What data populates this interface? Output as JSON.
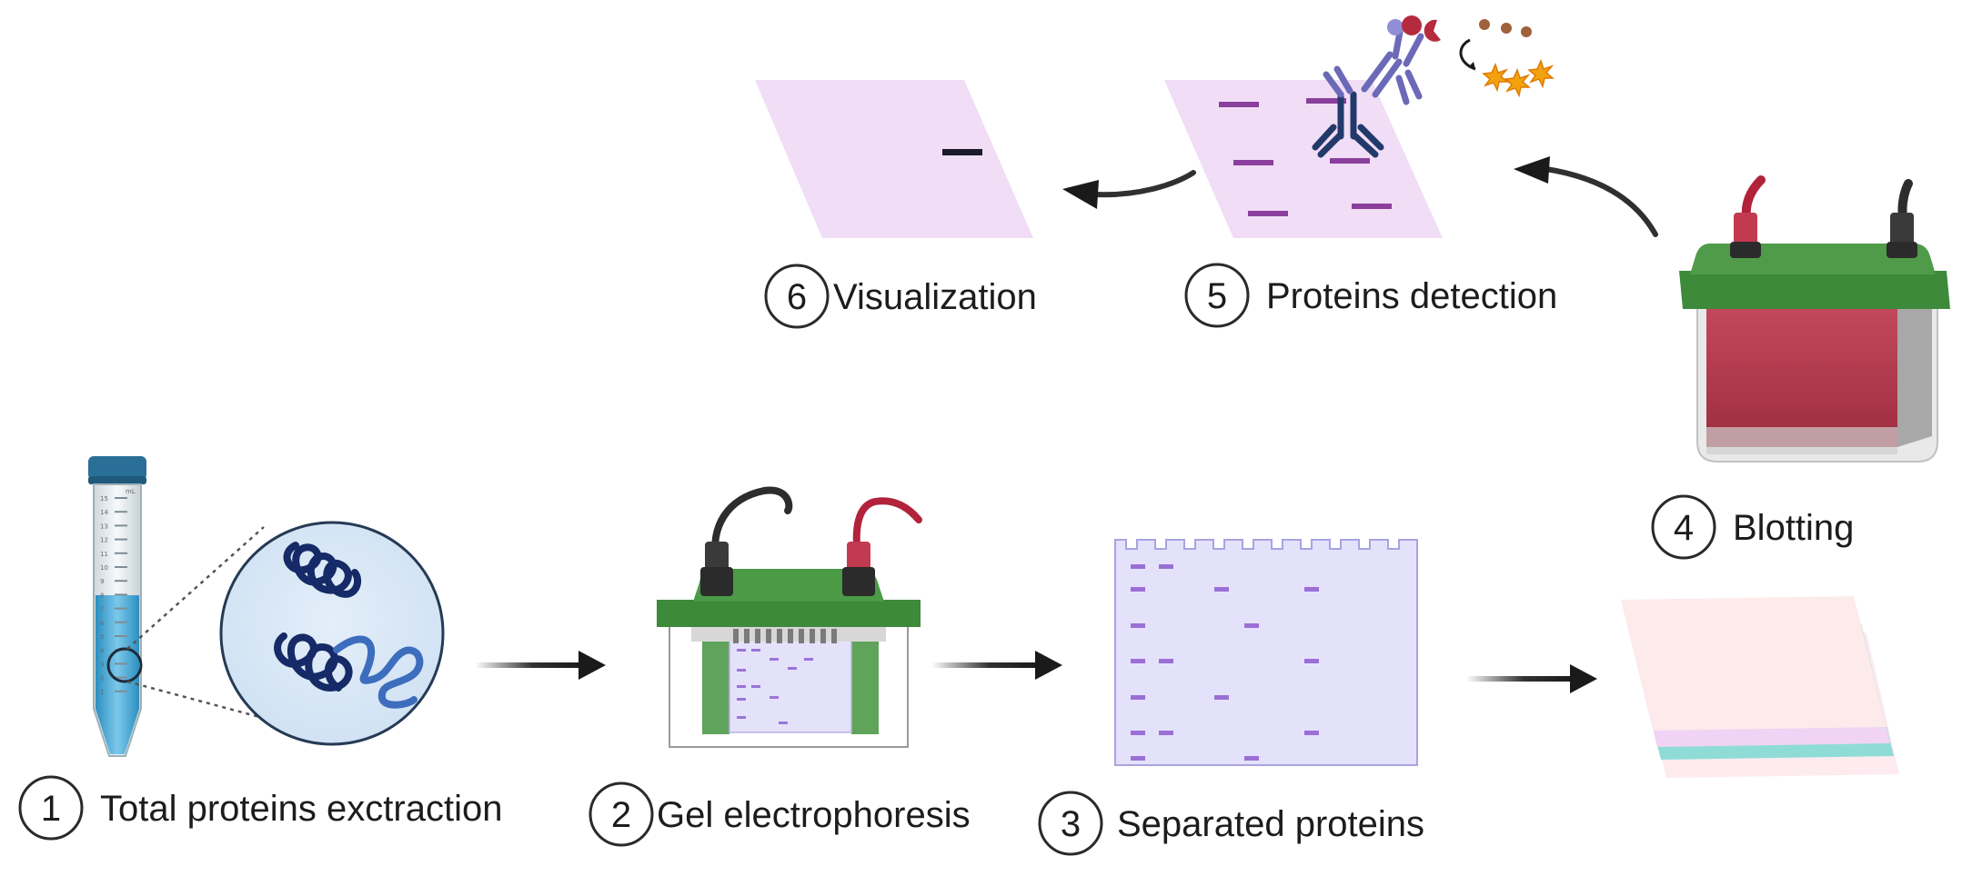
{
  "diagram": {
    "steps": [
      {
        "number": "1",
        "label": "Total proteins exctraction"
      },
      {
        "number": "2",
        "label": "Gel electrophoresis"
      },
      {
        "number": "3",
        "label": "Separated proteins"
      },
      {
        "number": "4",
        "label": "Blotting"
      },
      {
        "number": "5",
        "label": "Proteins detection"
      },
      {
        "number": "6",
        "label": "Visualization"
      }
    ],
    "tube_scale": [
      "15",
      "14",
      "13",
      "12",
      "11",
      "10",
      "9",
      "8",
      "7",
      "6",
      "5",
      "4",
      "3",
      "2",
      "1"
    ],
    "tube_unit": "mL"
  },
  "colors": {
    "tube_blue": "#3aa6d6",
    "cap_blue": "#2a6f97",
    "gel_green": "#3c8a3a",
    "electrode_red": "#b2233b",
    "membrane_pink": "#f1ddf6",
    "gel_lavender": "#e4e2fb",
    "band_purple": "#8a3f9c",
    "band_violet": "#9a74d9",
    "arrow": "#1a1a1a"
  }
}
